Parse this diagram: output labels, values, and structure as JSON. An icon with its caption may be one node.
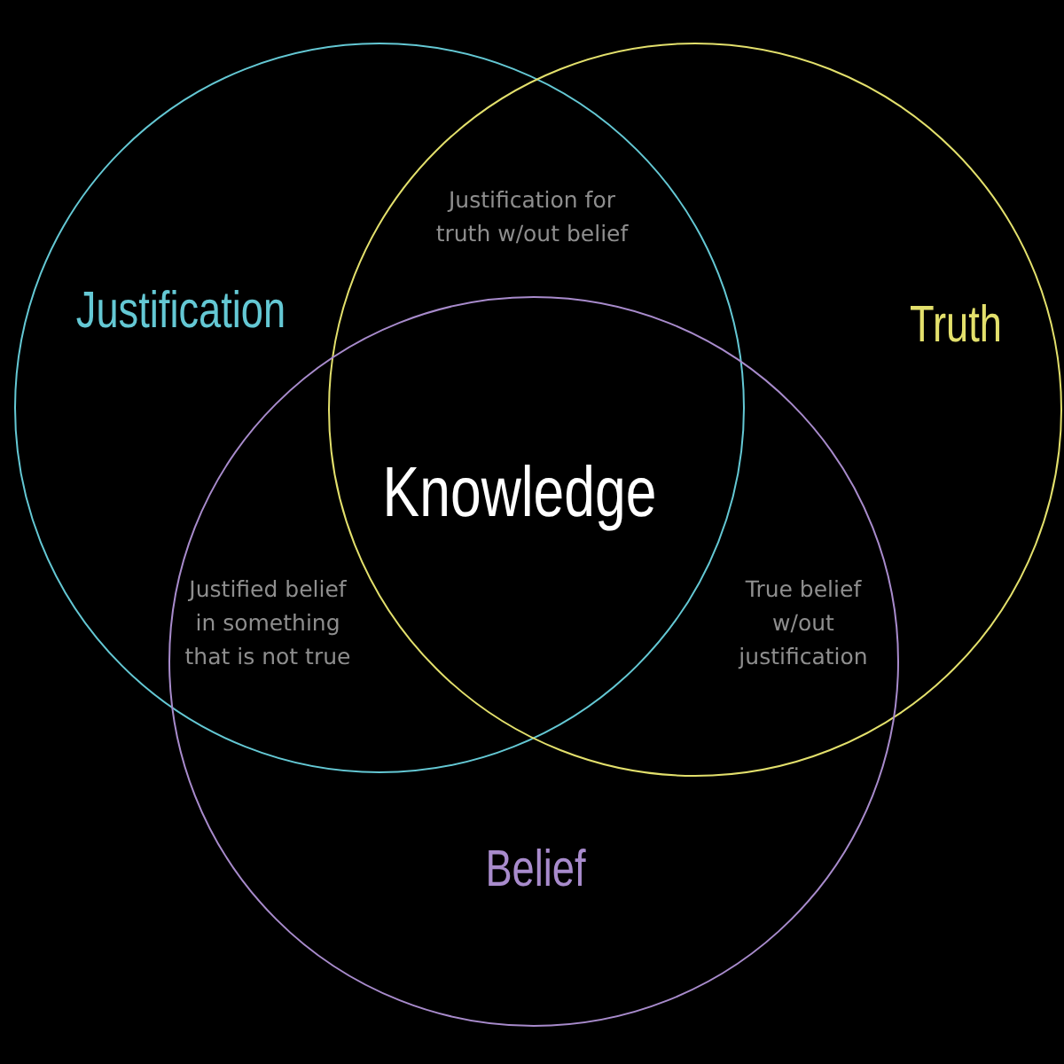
{
  "diagram": {
    "nodes": [
      {
        "text": [
          "Justification"
        ]
      },
      {
        "text": [
          "Truth"
        ]
      },
      {
        "text": [
          "Belief"
        ]
      }
    ],
    "edges": [],
    "labels": [
      "Justification for truth w/out belief",
      "Knowledge",
      "Justified belief in something that is not true",
      "True belief w/out justification"
    ]
  }
}
